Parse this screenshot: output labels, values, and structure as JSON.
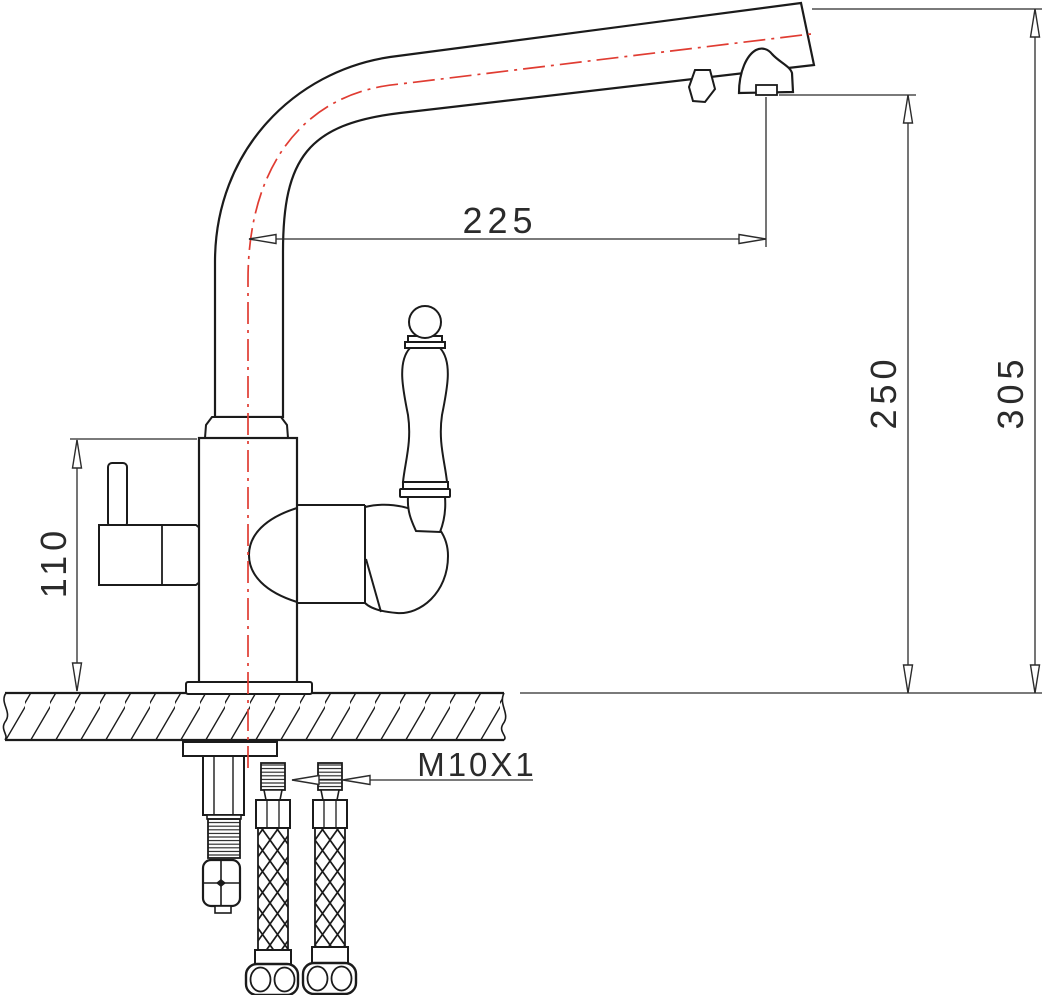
{
  "drawing": {
    "title": "faucet-installation-dimension-drawing",
    "subject": "two-handle kitchen faucet with filter channel, side elevation with mounting parts",
    "units": "mm",
    "colors": {
      "outline": "#1b1b1b",
      "dimension_line": "#2b2b2b",
      "centerline_red": "#e03c32",
      "background": "#ffffff"
    },
    "dimensions": {
      "spout_reach": "225",
      "outlet_height": "250",
      "overall_height": "305",
      "body_height": "110",
      "connection_thread": "M10X1"
    },
    "parts": [
      "curved high-arc spout",
      "aerator outlet",
      "classic lever handle with ball top",
      "side filter valve handle",
      "mounting base on countertop",
      "threaded mounting stud M10X1 with hex nuts",
      "two braided flexible supply hoses"
    ]
  }
}
